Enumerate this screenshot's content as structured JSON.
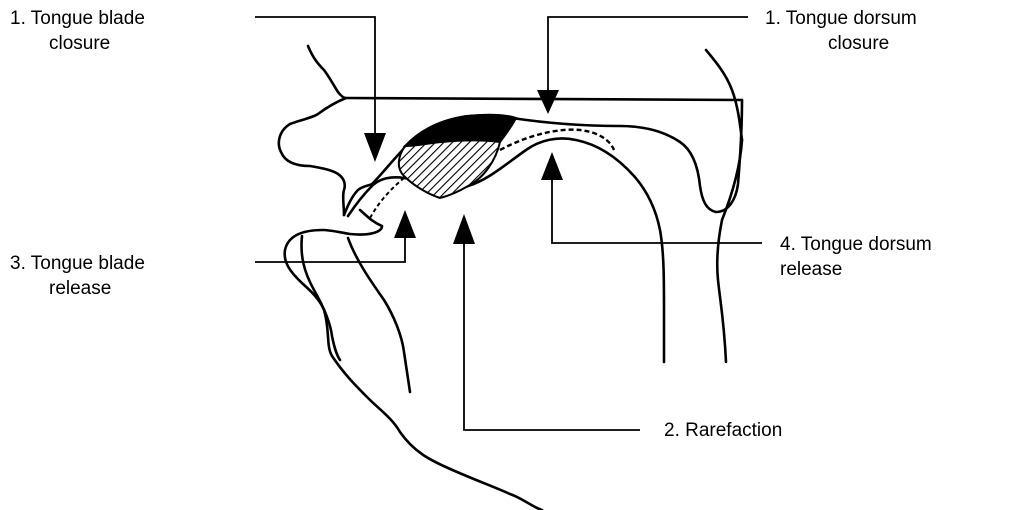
{
  "labels": {
    "tongue_blade_closure": {
      "line1": "1.  Tongue blade",
      "line2": "closure"
    },
    "tongue_dorsum_closure": {
      "line1": "1.  Tongue dorsum",
      "line2": "closure"
    },
    "tongue_blade_release": {
      "line1": "3.  Tongue blade",
      "line2": "release"
    },
    "tongue_dorsum_release": {
      "line1": "4. Tongue dorsum",
      "line2": "release"
    },
    "rarefaction": {
      "line1": "2. Rarefaction"
    }
  },
  "colors": {
    "ink": "#000000",
    "background": "#ffffff",
    "hatch": "#000000"
  }
}
